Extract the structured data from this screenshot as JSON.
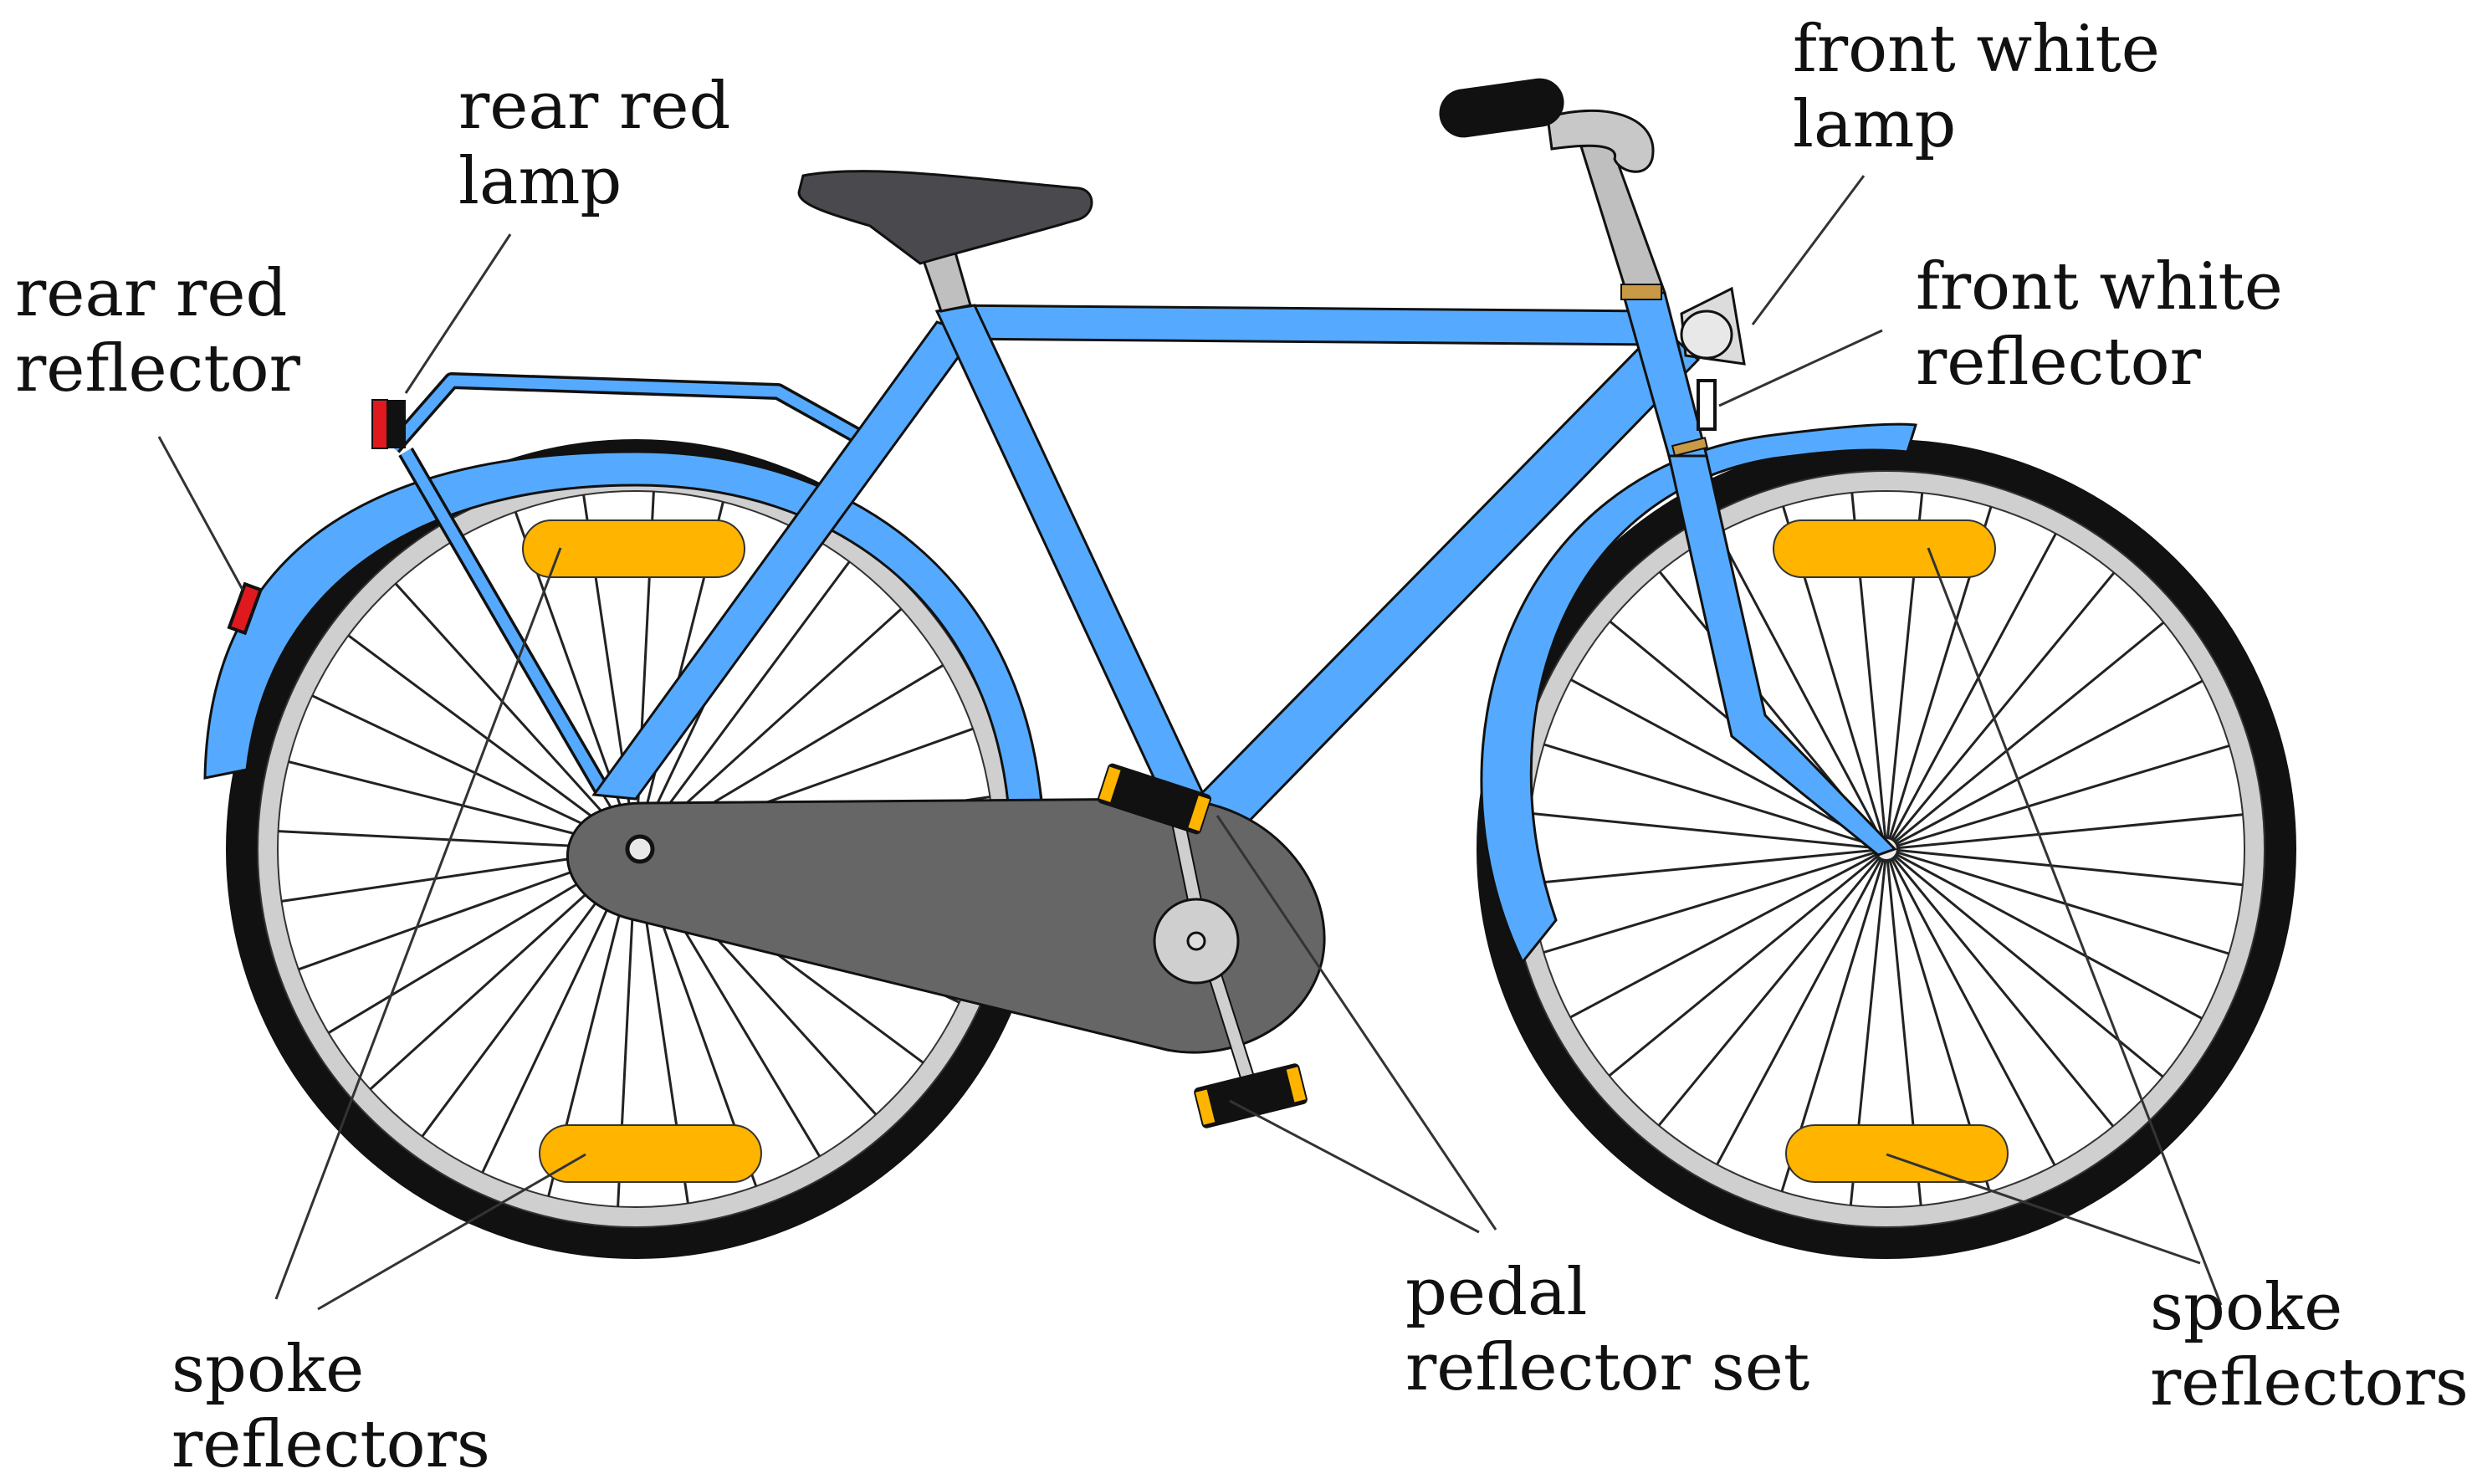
{
  "labels": {
    "rear_red_lamp": [
      "rear red",
      "lamp"
    ],
    "rear_red_reflector": [
      "rear red",
      "reflector"
    ],
    "front_white_lamp": [
      "front white",
      "lamp"
    ],
    "front_white_reflector": [
      "front white",
      "reflector"
    ],
    "pedal_reflector_set": [
      "pedal",
      "reflector set"
    ],
    "spoke_reflectors_left": [
      "spoke",
      "reflectors"
    ],
    "spoke_reflectors_right": [
      "spoke",
      "reflectors"
    ]
  },
  "colors": {
    "frame": "#55aaff",
    "outline": "#111111",
    "tire": "#111111",
    "rim": "#cccccc",
    "saddle": "#4a4a4e",
    "chainguard": "#666666",
    "spoke_reflector": "#ffb400",
    "red_reflector": "#e0191e",
    "metal": "#bfbfbf",
    "brass": "#c89a46",
    "leader": "#333333"
  }
}
